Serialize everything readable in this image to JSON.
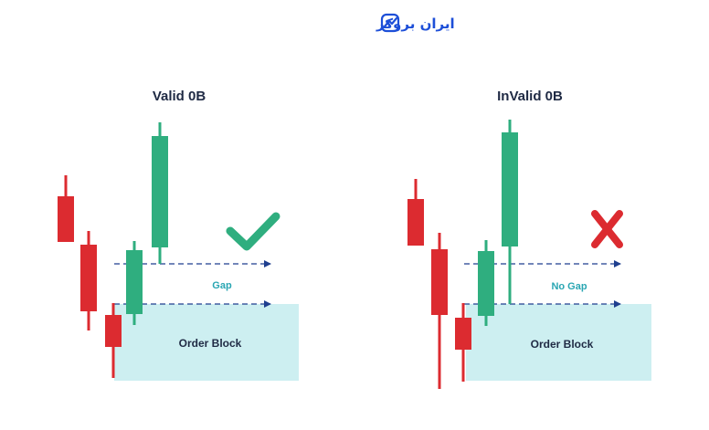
{
  "brand": {
    "name": "ایران بروکر"
  },
  "colors": {
    "bullish": "#2fae7f",
    "bearish": "#dc2b30",
    "zone": "#cdeff1",
    "arrow": "#1f3f8f",
    "check": "#2fae7f",
    "cross": "#dc2b30",
    "brand": "#1d4fd8"
  },
  "panels": [
    {
      "title": "Valid 0B",
      "gap_label": "Gap",
      "zone_label": "Order Block",
      "verdict": "valid",
      "verdict_icon": "check-icon"
    },
    {
      "title": "InValid 0B",
      "gap_label": "No Gap",
      "zone_label": "Order Block",
      "verdict": "invalid",
      "verdict_icon": "cross-icon"
    }
  ]
}
